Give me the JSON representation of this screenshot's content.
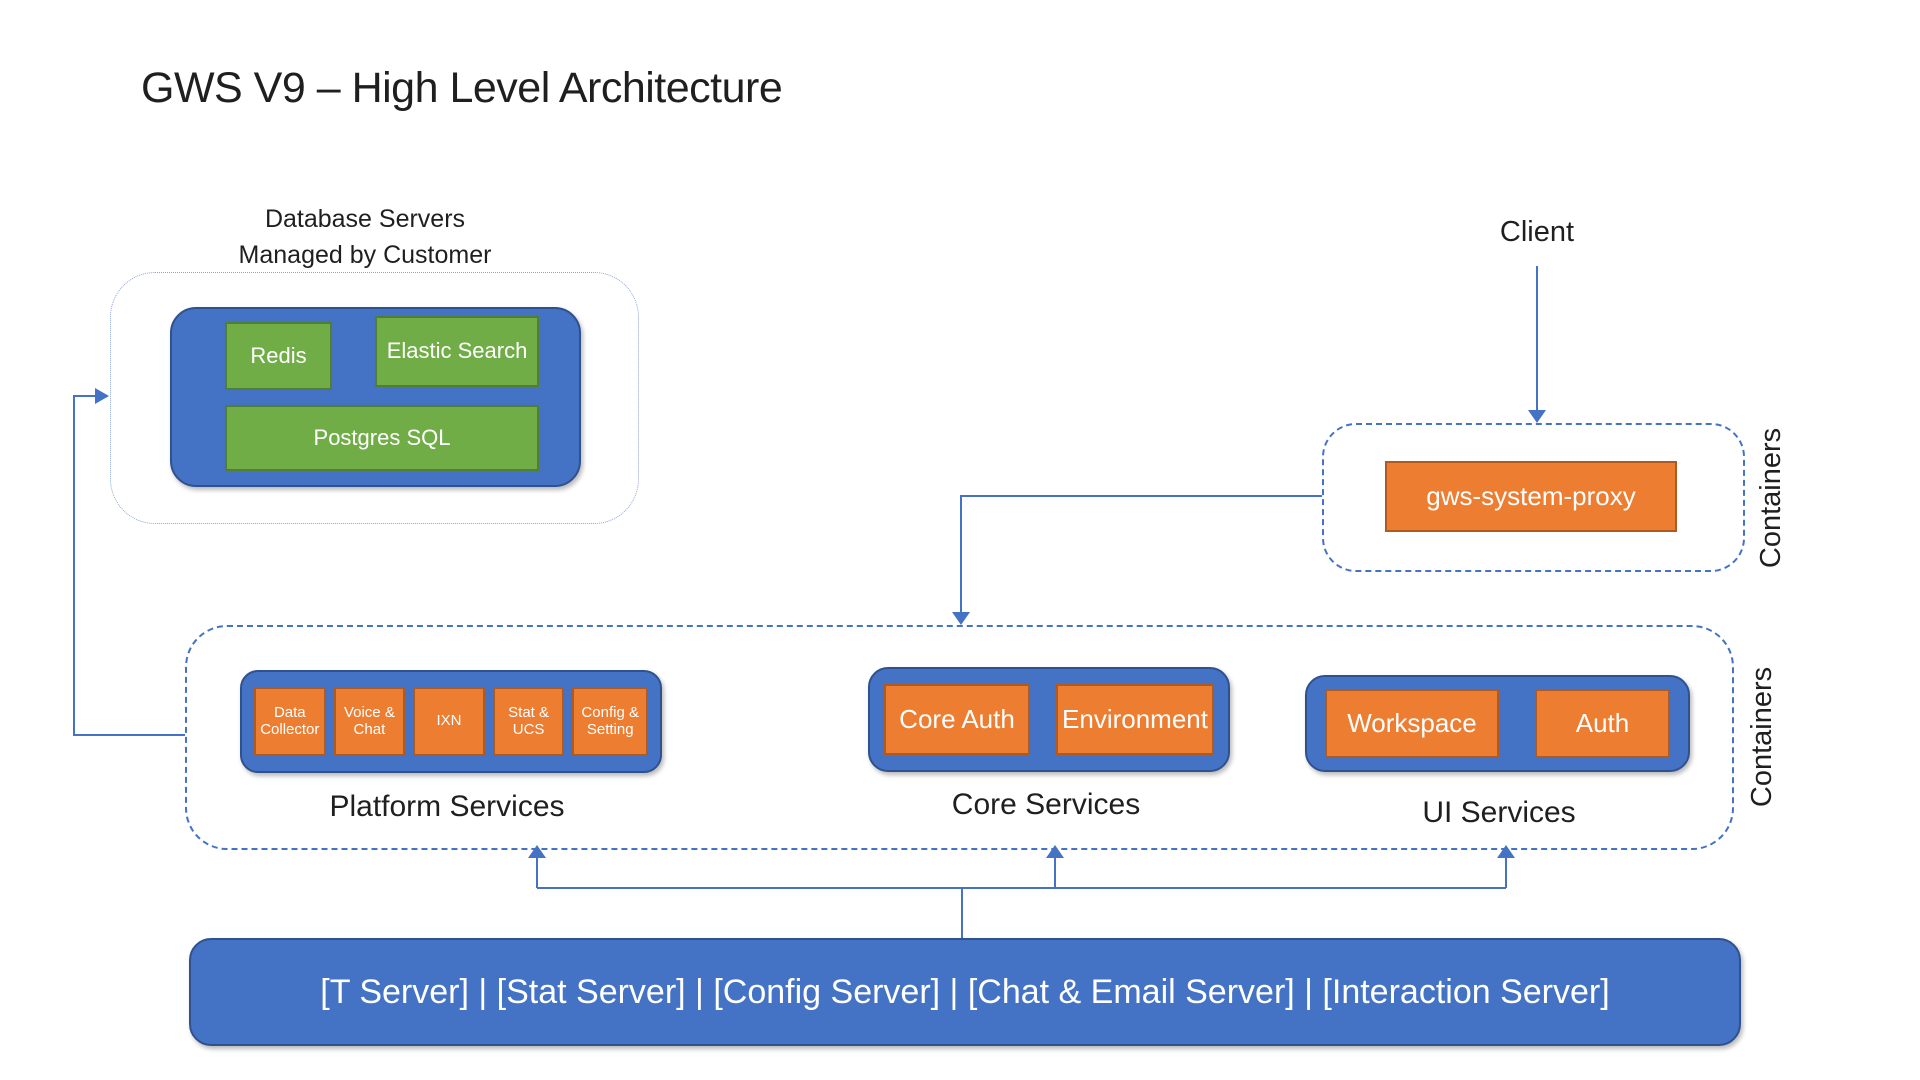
{
  "colors": {
    "blue": "#4472C4",
    "blue_border": "#2F528F",
    "orange": "#ED7D31",
    "orange_border": "#AE5A21",
    "green": "#70AD47",
    "green_border": "#507E32",
    "connector": "#4472C4",
    "dashed_border": "#4472C4",
    "db_dashed_border": "#88A3D8",
    "text": "#1F1F1F"
  },
  "title": "GWS V9 – High Level Architecture",
  "database_group": {
    "label_line1": "Database Servers",
    "label_line2": "Managed by Customer",
    "services": [
      "Redis",
      "Elastic Search",
      "Postgres SQL"
    ]
  },
  "client": {
    "label": "Client"
  },
  "proxy_group": {
    "service": "gws-system-proxy",
    "side_label": "Containers"
  },
  "containers_group": {
    "side_label": "Containers",
    "platform": {
      "label": "Platform Services",
      "services": [
        "Data Collector",
        "Voice & Chat",
        "IXN",
        "Stat & UCS",
        "Config & Setting"
      ]
    },
    "core": {
      "label": "Core Services",
      "services": [
        "Core Auth",
        "Environment"
      ]
    },
    "ui": {
      "label": "UI Services",
      "services": [
        "Workspace",
        "Auth"
      ]
    }
  },
  "backend_bar": {
    "label": "[T Server] | [Stat Server] | [Config Server] | [Chat & Email Server] | [Interaction Server]"
  }
}
